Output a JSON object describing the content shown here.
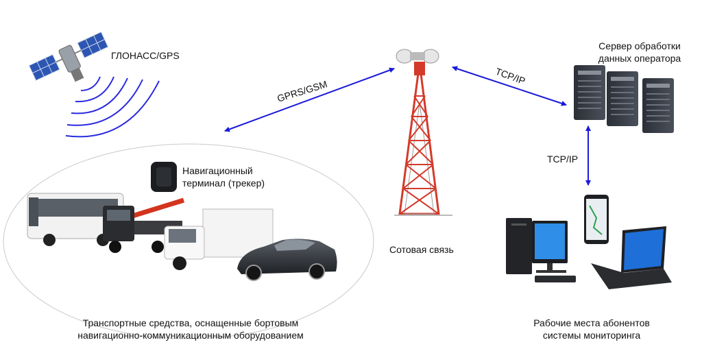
{
  "satellite": {
    "label": "ГЛОНАСС/GPS",
    "icon": "satellite-icon"
  },
  "tracker": {
    "label_line1": "Навигационный",
    "label_line2": "терминал (трекер)",
    "icon": "gps-tracker-icon"
  },
  "tower": {
    "label": "Сотовая связь",
    "icon": "cell-tower-icon"
  },
  "server": {
    "label_line1": "Сервер обработки",
    "label_line2": "данных оператора",
    "icon": "server-rack-icon"
  },
  "workstations": {
    "label_line1": "Рабочие места абонентов",
    "label_line2": "системы мониторинга",
    "icons": [
      "desktop-pc-icon",
      "smartphone-icon",
      "laptop-icon"
    ]
  },
  "vehicles": {
    "label_line1": "Транспортные средства, оснащенные бортовым",
    "label_line2": "навигационно-коммуникационным оборудованием",
    "icons": [
      "bus-icon",
      "crane-truck-icon",
      "box-truck-icon",
      "sedan-car-icon"
    ]
  },
  "links": {
    "vehicles_tower": "GPRS/GSM",
    "tower_server": "TCP/IP",
    "server_workstations": "TCP/IP"
  },
  "colors": {
    "arrow": "#1a1adb",
    "signal": "#2a2ae0",
    "tower_red": "#d43a2a",
    "server": "#3a3f48"
  }
}
